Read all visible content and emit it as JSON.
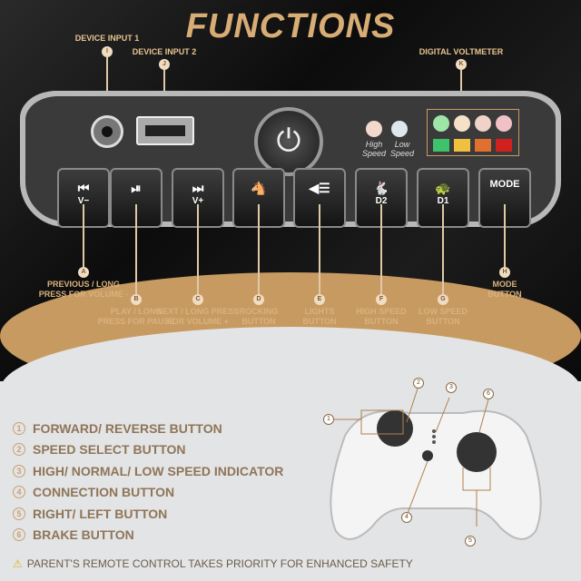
{
  "title": "FUNCTIONS",
  "panel": {
    "device_input_1": {
      "badge": "I",
      "label": "DEVICE INPUT 1"
    },
    "device_input_2": {
      "badge": "J",
      "label": "DEVICE INPUT 2"
    },
    "voltmeter": {
      "badge": "K",
      "label": "DIGITAL VOLTMETER"
    },
    "high_speed": "High Speed",
    "low_speed": "Low Speed",
    "buttons": [
      {
        "badge": "A",
        "glyph": "⏮",
        "sub": "V−",
        "label1": "PREVIOUS / LONG",
        "label2": "PRESS FOR VOLUME -"
      },
      {
        "badge": "B",
        "glyph": "⏯",
        "sub": "",
        "label1": "PLAY / LONG",
        "label2": "PRESS FOR PAUSE"
      },
      {
        "badge": "C",
        "glyph": "⏭",
        "sub": "V+",
        "label1": "NEXT / LONG PRESS",
        "label2": "FOR VOLUME +"
      },
      {
        "badge": "D",
        "glyph": "🐴",
        "sub": "",
        "label1": "ROCKING",
        "label2": "BUTTON"
      },
      {
        "badge": "E",
        "glyph": "◀☰",
        "sub": "",
        "label1": "LIGHTS",
        "label2": "BUTTON"
      },
      {
        "badge": "F",
        "glyph": "🐇",
        "sub": "D2",
        "label1": "HIGH SPEED",
        "label2": "BUTTON"
      },
      {
        "badge": "G",
        "glyph": "🐢",
        "sub": "D1",
        "label1": "LOW SPEED",
        "label2": "BUTTON"
      },
      {
        "badge": "H",
        "glyph": "MODE",
        "sub": "",
        "label1": "MODE",
        "label2": "BUTTON"
      }
    ],
    "voltmeter_colors": [
      "#3ec36a",
      "#f0c040",
      "#e07030",
      "#d02020"
    ]
  },
  "remote": {
    "items": [
      {
        "n": "①",
        "label": "FORWARD/ REVERSE BUTTON"
      },
      {
        "n": "②",
        "label": "SPEED SELECT BUTTON"
      },
      {
        "n": "③",
        "label": "HIGH/ NORMAL/ LOW SPEED INDICATOR"
      },
      {
        "n": "④",
        "label": "CONNECTION BUTTON"
      },
      {
        "n": "⑤",
        "label": "RIGHT/ LEFT BUTTON"
      },
      {
        "n": "⑥",
        "label": "BRAKE BUTTON"
      }
    ],
    "callouts": [
      "1",
      "2",
      "3",
      "4",
      "5",
      "6"
    ],
    "warning": "PARENT'S REMOTE CONTROL TAKES PRIORITY FOR ENHANCED SAFETY"
  }
}
